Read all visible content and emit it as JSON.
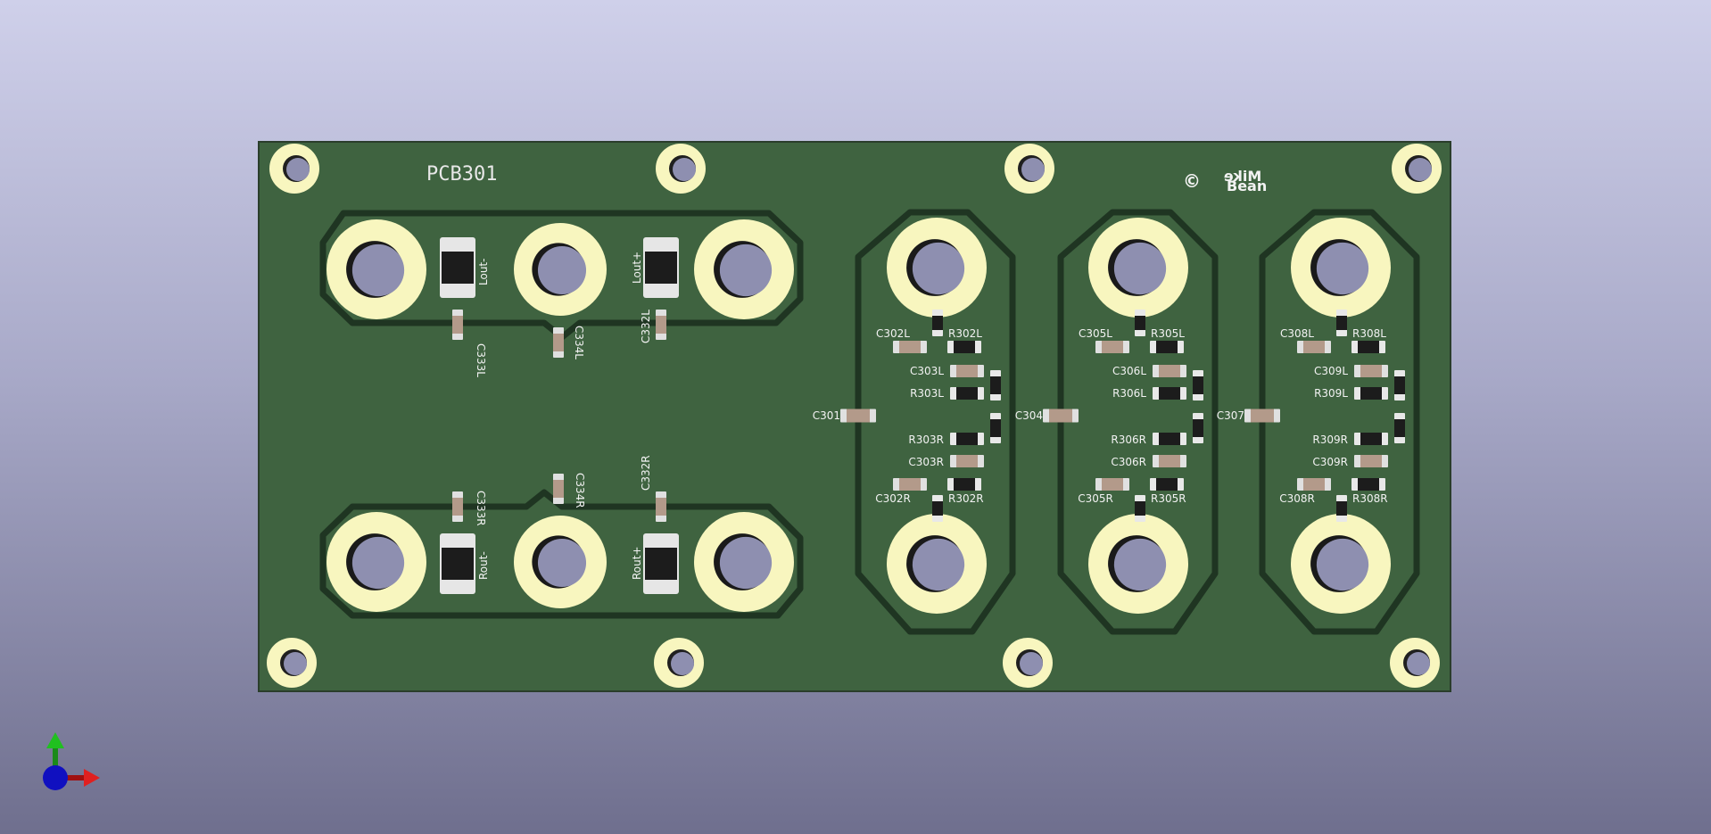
{
  "board": {
    "reference": "PCB301",
    "copyright_symbol": "©",
    "author_line1": "Mike",
    "author_line2": "Bean"
  },
  "colors": {
    "board_fill": "#3f6340",
    "board_edge": "#2a3d2b",
    "trace_outline": "#1f3522",
    "pad_ring": "#f8f6bf",
    "hole": "#8e8fb0",
    "silkscreen": "#f2f2f2",
    "component_body": "#1c1c1c",
    "capacitor_body": "#b39a8a"
  },
  "components": {
    "top_left": [
      "Lout-",
      "C333L",
      "C334L",
      "Lout+",
      "C332L"
    ],
    "bottom_left": [
      "C333R",
      "C334R",
      "C332R",
      "Rout-",
      "Rout+"
    ],
    "col1": [
      "C302L",
      "R302L",
      "C303L",
      "R303L",
      "C301",
      "R303R",
      "C303R",
      "C302R",
      "R302R"
    ],
    "col2": [
      "C305L",
      "R305L",
      "C306L",
      "R306L",
      "C304",
      "R306R",
      "C306R",
      "C305R",
      "R305R"
    ],
    "col3": [
      "C308L",
      "R308L",
      "C309L",
      "R309L",
      "C307",
      "R309R",
      "C309R",
      "C308R",
      "R308R"
    ]
  },
  "axes_gizmo": {
    "icon": "axis-triad-icon",
    "x_color": "#e02020",
    "y_color": "#20c020",
    "z_color": "#1010c0"
  }
}
